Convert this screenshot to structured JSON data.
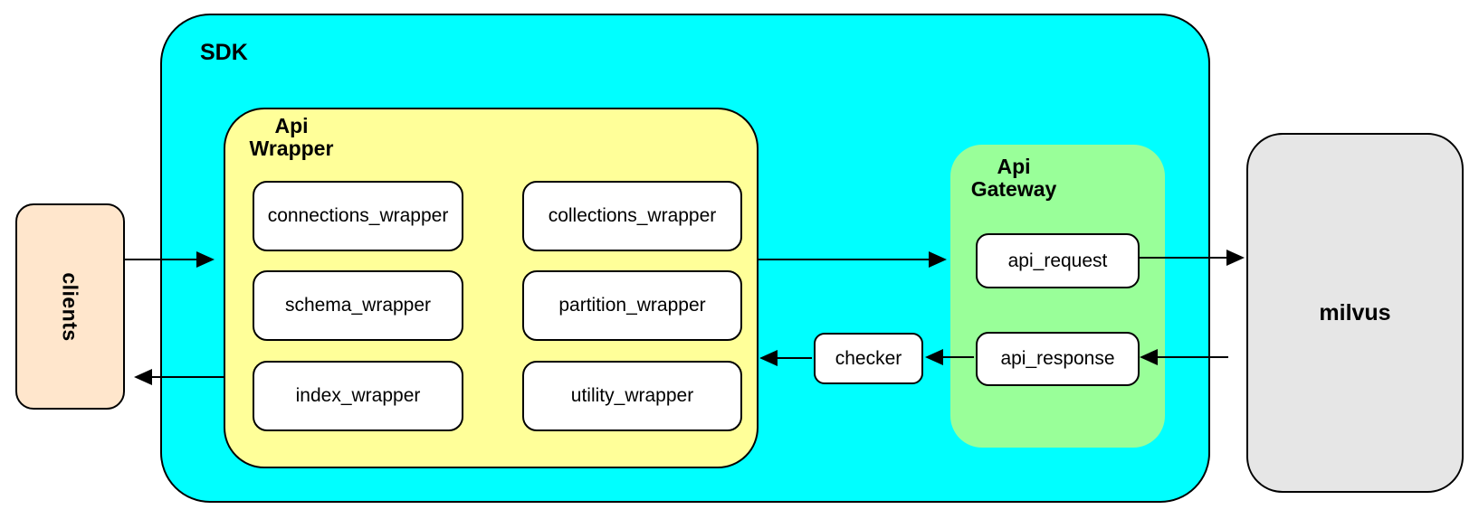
{
  "clients": {
    "label": "clients"
  },
  "sdk": {
    "label": "SDK"
  },
  "api_wrapper": {
    "label": "Api\nWrapper",
    "boxes": [
      "connections_wrapper",
      "collections_wrapper",
      "schema_wrapper",
      "partition_wrapper",
      "index_wrapper",
      "utility_wrapper"
    ]
  },
  "checker": {
    "label": "checker"
  },
  "api_gateway": {
    "label": "Api\nGateway",
    "request_label": "api_request",
    "response_label": "api_response"
  },
  "milvus": {
    "label": "milvus"
  },
  "colors": {
    "sdk_fill": "#00FFFF",
    "api_wrapper_fill": "#FFFF99",
    "api_gateway_fill": "#99FF99",
    "clients_fill": "#FFE6CC",
    "milvus_fill": "#E6E6E6",
    "node_fill": "#FFFFFF",
    "stroke": "#000000"
  },
  "connections": [
    {
      "from": "clients",
      "to": "sdk"
    },
    {
      "from": "sdk",
      "to": "clients"
    },
    {
      "from": "api_wrapper",
      "to": "api_gateway"
    },
    {
      "from": "api_request",
      "to": "milvus"
    },
    {
      "from": "milvus",
      "to": "api_response"
    },
    {
      "from": "api_response",
      "to": "checker"
    },
    {
      "from": "checker",
      "to": "api_wrapper"
    }
  ]
}
